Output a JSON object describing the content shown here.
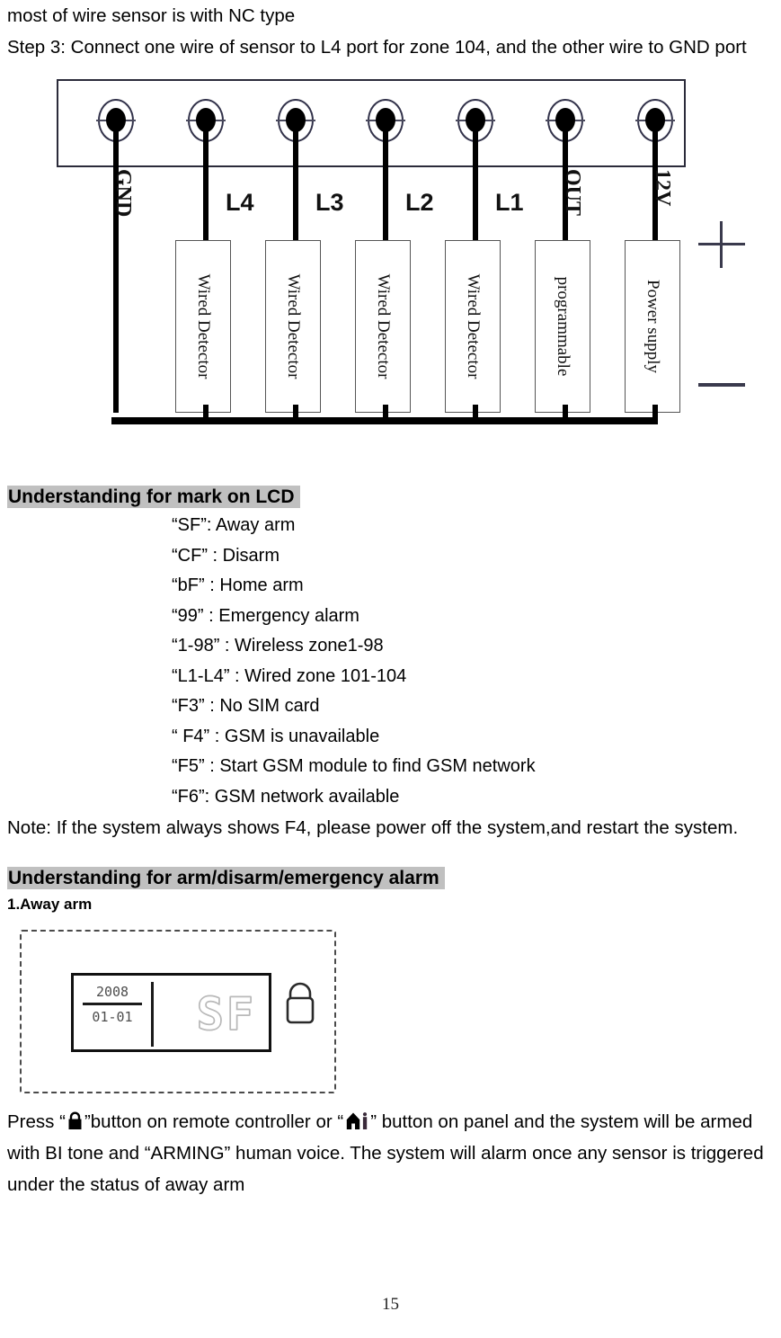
{
  "intro": {
    "line1": "most of wire sensor is with NC type",
    "line2": "Step 3: Connect one wire of sensor to L4 port for zone 104, and the other wire to GND port"
  },
  "diagram": {
    "name": "wiring-diagram",
    "terminal_count": 7,
    "ports": [
      {
        "label": "GND",
        "orientation": "vertical"
      },
      {
        "label": "L4",
        "orientation": "horizontal"
      },
      {
        "label": "L3",
        "orientation": "horizontal"
      },
      {
        "label": "L2",
        "orientation": "horizontal"
      },
      {
        "label": "L1",
        "orientation": "horizontal"
      },
      {
        "label": "OUT",
        "orientation": "vertical"
      },
      {
        "label": "12V",
        "orientation": "vertical"
      }
    ],
    "devices": [
      {
        "label": "Wired Detector"
      },
      {
        "label": "Wired Detector"
      },
      {
        "label": "Wired Detector"
      },
      {
        "label": "Wired Detector"
      },
      {
        "label": "programmable"
      },
      {
        "label": "Power supply"
      }
    ],
    "polarity": {
      "positive": "+",
      "negative": "—"
    }
  },
  "lcd_section": {
    "heading": "Understanding for mark on LCD",
    "marks": [
      "“SF”: Away arm",
      "“CF” : Disarm",
      "“bF” : Home arm",
      "“99” : Emergency alarm",
      "“1-98” : Wireless zone1-98",
      "“L1-L4” : Wired zone 101-104",
      "“F3” : No SIM card",
      "“ F4” : GSM is unavailable",
      "“F5” : Start GSM module to find GSM network",
      "“F6”: GSM network available"
    ],
    "note": "Note: If the system always shows F4, please power off the system,and restart the system."
  },
  "arm_section": {
    "heading": "Understanding for arm/disarm/emergency alarm",
    "subheading": "1.Away arm",
    "lcd_display": {
      "year": "2008",
      "monthday": "01-01",
      "code": "SF",
      "lock_icon": "padlock-outline-icon"
    },
    "description_pre": "Press “",
    "description_mid": "”button on remote controller or “",
    "description_post": "” button on panel and the system will be armed with BI tone and “ARMING” human voice. The system will alarm once any sensor is triggered under the status of away arm",
    "icons": {
      "remote_button": "padlock-solid-icon",
      "panel_button": "house-person-icon"
    }
  },
  "footer": {
    "page_number": "15"
  },
  "colors": {
    "heading_highlight": "#c0c0c0",
    "text": "#000000",
    "terminal_ring": "#32324a",
    "lcd_segment_outline": "#b9b9b9"
  }
}
